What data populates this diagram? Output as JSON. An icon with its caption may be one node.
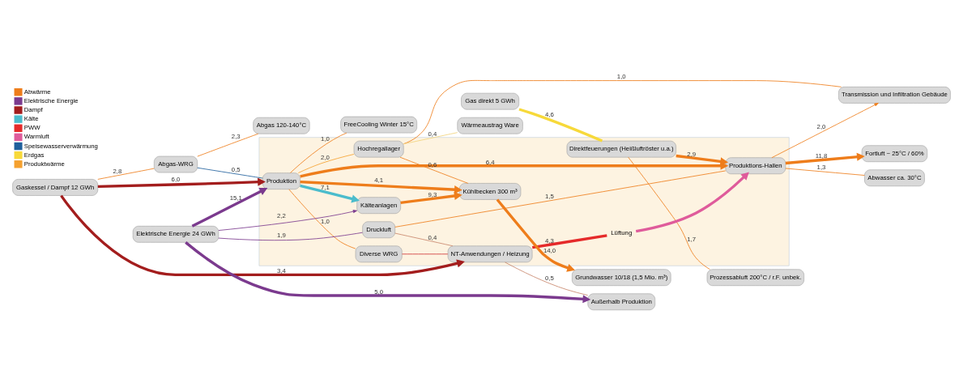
{
  "diagram": {
    "nodes": [
      {
        "text": [
          "Abgas 120-140°C"
        ]
      },
      {
        "text": [
          "Prozessabluft 200°C / r.F. unbek."
        ]
      },
      {
        "text": [
          "FreeCooling Winter 15°C"
        ]
      },
      {
        "text": [
          "Fortluft ~ 25°C / 60%"
        ]
      },
      {
        "text": [
          "Abwasser ca. 30°C"
        ]
      },
      {
        "text": [
          "Grundwasser 10/18 (1,5 Mio. m³)"
        ]
      },
      {
        "text": [
          "Gas direkt 5 GWh"
        ]
      },
      {
        "text": [],
        "shape": "box"
      },
      {
        "text": [
          "Direktfeuerungen (Heißluftröster u.a.)"
        ],
        "in": 7
      },
      {
        "text": [
          "Abgas-WRG"
        ]
      },
      {
        "text": [
          "Produktion"
        ],
        "in": 7
      },
      {
        "text": [
          "Produktions-Hallen"
        ],
        "in": 7
      },
      {
        "text": [
          "Gaskessel / Dampf 12 GWh"
        ]
      },
      {
        "text": [
          "NT-Anwendungen / Heizung"
        ],
        "in": 7
      },
      {
        "text": [
          "Lüftung"
        ],
        "in": 7
      },
      {
        "text": [
          "Kühlbecken 300 m³"
        ],
        "in": 7
      },
      {
        "text": [
          "Diverse WRG"
        ],
        "in": 7
      },
      {
        "text": [
          "Hochregallager"
        ],
        "in": 7
      },
      {
        "text": [
          "Elektrische Energie 24 GWh"
        ]
      },
      {
        "text": [
          "Druckluft"
        ],
        "in": 7
      },
      {
        "text": [
          "Kälteanlagen"
        ],
        "in": 7
      },
      {
        "text": [
          "Transmission und Infiltration Gebäude"
        ]
      },
      {
        "text": [
          "Wärmeaustrag Ware"
        ]
      },
      {
        "text": [
          "Außerhalb Produktion"
        ]
      }
    ],
    "edges": [
      {
        "from": 12,
        "to": 9,
        "arrow": "none",
        "label": "2,8"
      },
      {
        "from": 9,
        "to": 0,
        "arrow": "none",
        "label": "2,3"
      },
      {
        "from": 9,
        "to": 10,
        "arrow": "none",
        "label": "0,5",
        "color": "#1f5f9c"
      },
      {
        "from": 6,
        "to": 8,
        "arrow": "none",
        "label": "4,6",
        "style": "thick",
        "color": "#f7d93a"
      },
      {
        "from": 12,
        "to": 10,
        "arrow": "to",
        "label": "6,0",
        "style": "thick",
        "color": "#a31d1d"
      },
      {
        "from": 18,
        "to": 10,
        "arrow": "to",
        "label": "15,1",
        "style": "thick",
        "color": "#7b3a8e"
      },
      {
        "from": 12,
        "to": 13,
        "arrow": "to",
        "label": "3,4",
        "style": "thick",
        "color": "#a31d1d"
      },
      {
        "from": 8,
        "to": 1,
        "arrow": "none",
        "label": "1,7"
      },
      {
        "from": 8,
        "to": 11,
        "arrow": "to",
        "label": "2,9",
        "style": "thick"
      },
      {
        "from": 10,
        "to": 2,
        "arrow": "none",
        "label": "1,0"
      },
      {
        "from": 10,
        "to": 11,
        "arrow": "to",
        "label": "6,4",
        "style": "thick"
      },
      {
        "from": 10,
        "to": 15,
        "arrow": "to",
        "label": "4,1",
        "style": "thick"
      },
      {
        "from": 10,
        "to": 20,
        "arrow": "to",
        "label": "7,1",
        "style": "thick",
        "color": "#4bbccc"
      },
      {
        "from": 10,
        "to": 17,
        "arrow": "none",
        "label": "2,0",
        "color": "#f5a12f"
      },
      {
        "from": 10,
        "to": 16,
        "arrow": "none",
        "label": "1,0"
      },
      {
        "from": 13,
        "to": 14,
        "arrow": "none",
        "label": "4,3",
        "style": "thick",
        "color": "#e52a2a"
      },
      {
        "from": 16,
        "to": 13,
        "arrow": "none",
        "color": "#d0393a"
      },
      {
        "from": 14,
        "to": 11,
        "arrow": "to",
        "style": "thick",
        "color": "#df5b9b"
      },
      {
        "from": 11,
        "to": 3,
        "arrow": "to",
        "label": "11,8",
        "style": "thick"
      },
      {
        "from": 11,
        "to": 4,
        "arrow": "none",
        "label": "1,3"
      },
      {
        "from": 11,
        "to": 21,
        "arrow": "to",
        "label": "2,0"
      },
      {
        "from": 15,
        "to": 5,
        "arrow": "to",
        "label": "14,0",
        "style": "thick"
      },
      {
        "from": 20,
        "to": 15,
        "arrow": "to",
        "label": "9,3",
        "style": "thick"
      },
      {
        "from": 17,
        "to": 15,
        "arrow": "none",
        "label": "0,6"
      },
      {
        "from": 17,
        "to": 21,
        "arrow": "none",
        "label": "1,0"
      },
      {
        "from": 17,
        "to": 22,
        "arrow": "none",
        "label": "0,4",
        "color": "#f2d27a"
      },
      {
        "from": 18,
        "to": 19,
        "arrow": "none",
        "label": "1,9",
        "color": "#7b3a8e"
      },
      {
        "from": 18,
        "to": 20,
        "arrow": "to",
        "label": "2,2",
        "color": "#7b3a8e"
      },
      {
        "from": 18,
        "to": 23,
        "arrow": "to",
        "label": "5,0",
        "style": "thick",
        "color": "#7b3a8e"
      },
      {
        "from": 19,
        "to": 11,
        "arrow": "none",
        "label": "1,5"
      },
      {
        "from": 19,
        "to": 13,
        "arrow": "none",
        "label": "0,4",
        "color": "#c8856b"
      },
      {
        "from": 13,
        "to": 23,
        "arrow": "none",
        "label": "0,5",
        "color": "#c8856b"
      }
    ],
    "legend": [
      {
        "text": "Abwärme",
        "color": "#ee7d1b"
      },
      {
        "text": "Elektrische Energie",
        "color": "#7b3a8e"
      },
      {
        "text": "Dampf",
        "color": "#a31d1d"
      },
      {
        "text": "Kälte",
        "color": "#4bbccc"
      },
      {
        "text": "PWW",
        "color": "#e52a2a"
      },
      {
        "text": "Warmluft",
        "color": "#df5b9b"
      },
      {
        "text": "Speisewasserverwärmung",
        "color": "#1f5f9c"
      },
      {
        "text": "Erdgas",
        "color": "#f7d93a"
      },
      {
        "text": "Produktwärme",
        "color": "#f5a12f"
      }
    ]
  }
}
